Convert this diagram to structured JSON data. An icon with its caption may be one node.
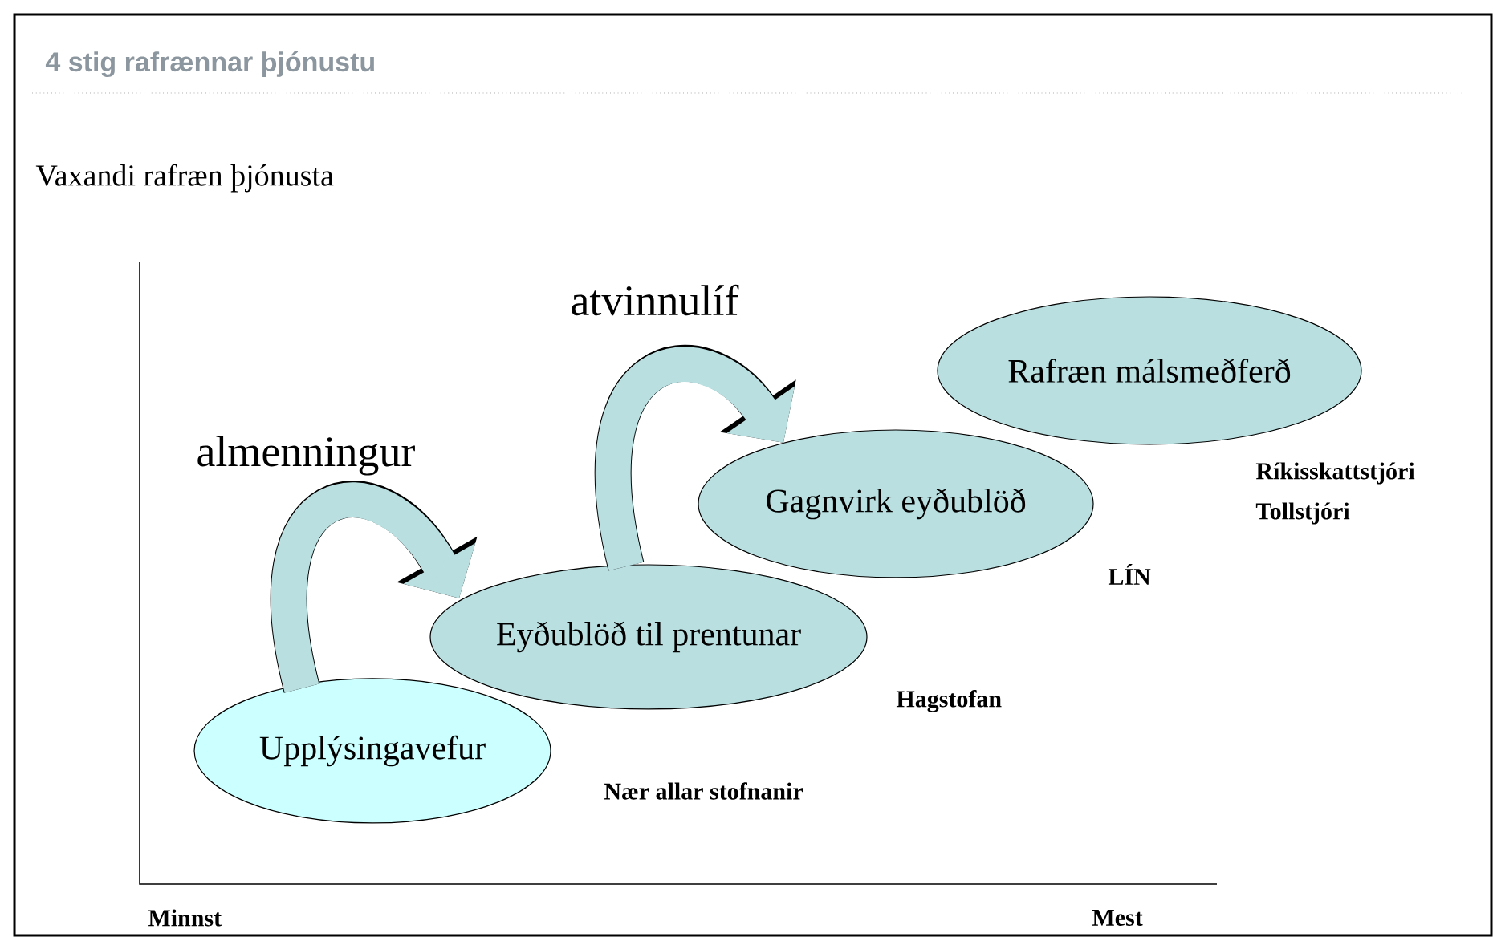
{
  "diagram": {
    "title": "4 stig rafrænnar þjónustu",
    "nodes": [
      {
        "text": [
          "Upplýsingavefur"
        ]
      },
      {
        "text": [
          "Eyðublöð til prentunar"
        ]
      },
      {
        "text": [
          "Gagnvirk eyðublöð"
        ]
      },
      {
        "text": [
          "Rafræn málsmeðferð"
        ]
      }
    ],
    "edges": [
      {
        "from": 0,
        "to": 1,
        "arrow": "to"
      },
      {
        "from": 1,
        "to": 2,
        "arrow": "to"
      }
    ],
    "labels": [
      "Vaxandi rafræn þjónusta",
      "atvinnulíf",
      "almenningur",
      "Ríkisskattstjóri",
      "Tollstjóri",
      "LÍN",
      "Hagstofan",
      "Nær allar stofnanir",
      "Minnst",
      "Mest"
    ]
  }
}
